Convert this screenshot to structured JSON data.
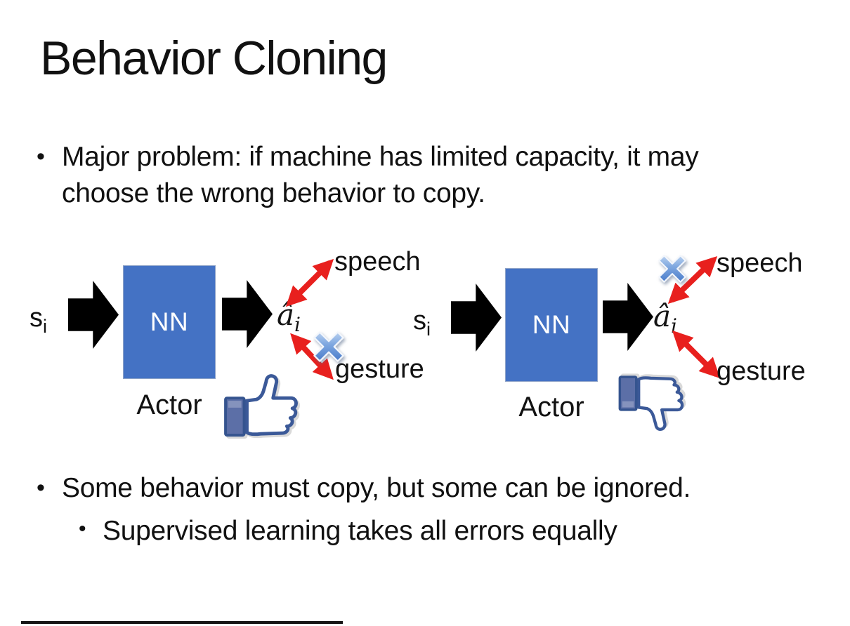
{
  "glyphs": {
    "bullet": "•"
  },
  "colors": {
    "network_box_blue": "#4472C4",
    "arrow_red": "#E8201E",
    "cross_blue": "#3D7BDE",
    "thumb_navy": "#3B5998",
    "text_black": "#111111"
  },
  "slide": {
    "title": "Behavior Cloning",
    "bullet_main_1": "Major problem: if machine has limited capacity, it may choose the wrong behavior to copy.",
    "bullet_main_2": "Some behavior must copy, but some can be ignored.",
    "bullet_sub_1": "Supervised learning takes all errors equally"
  },
  "diagram_left": {
    "state_base": "s",
    "state_sub": "i",
    "network_label": "NN",
    "network_caption": "Actor",
    "action_base": "â",
    "action_sub": "i",
    "branch_top_label": "speech",
    "branch_bottom_label": "gesture",
    "crossed_branch": "gesture",
    "feedback": "thumbs-up"
  },
  "diagram_right": {
    "state_base": "s",
    "state_sub": "i",
    "network_label": "NN",
    "network_caption": "Actor",
    "action_base": "â",
    "action_sub": "i",
    "branch_top_label": "speech",
    "branch_bottom_label": "gesture",
    "crossed_branch": "speech",
    "feedback": "thumbs-down"
  }
}
